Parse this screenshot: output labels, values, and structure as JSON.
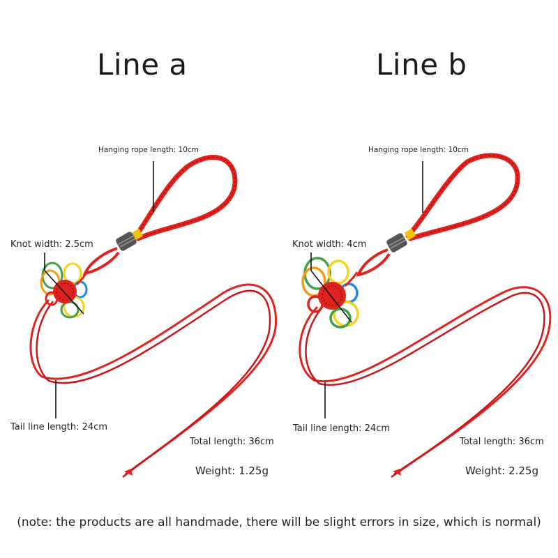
{
  "panels": [
    {
      "title": "Line a",
      "hanging_rope_label": "Hanging rope length: 10cm",
      "knot_width_label": "Knot width: 2.5cm",
      "tail_line_label": "Tail line length: 24cm",
      "total_length_label": "Total length: 36cm",
      "weight_label": "Weight: 1.25g"
    },
    {
      "title": "Line b",
      "hanging_rope_label": "Hanging rope length: 10cm",
      "knot_width_label": "Knot width: 4cm",
      "tail_line_label": "Tail line length: 24cm",
      "total_length_label": "Total length: 36cm",
      "weight_label": "Weight: 2.25g"
    }
  ],
  "note": "(note: the products are all handmade, there will be slight errors in size, which is normal)",
  "colors": {
    "cord": "#e0231f",
    "cord_dark": "#b5120f",
    "bead_band": "#f2c200",
    "metal_bead": "#555555",
    "knot_loops": [
      "#e53935",
      "#f39c12",
      "#f7d21a",
      "#43a047",
      "#1e88e5",
      "#2e7d32"
    ]
  }
}
